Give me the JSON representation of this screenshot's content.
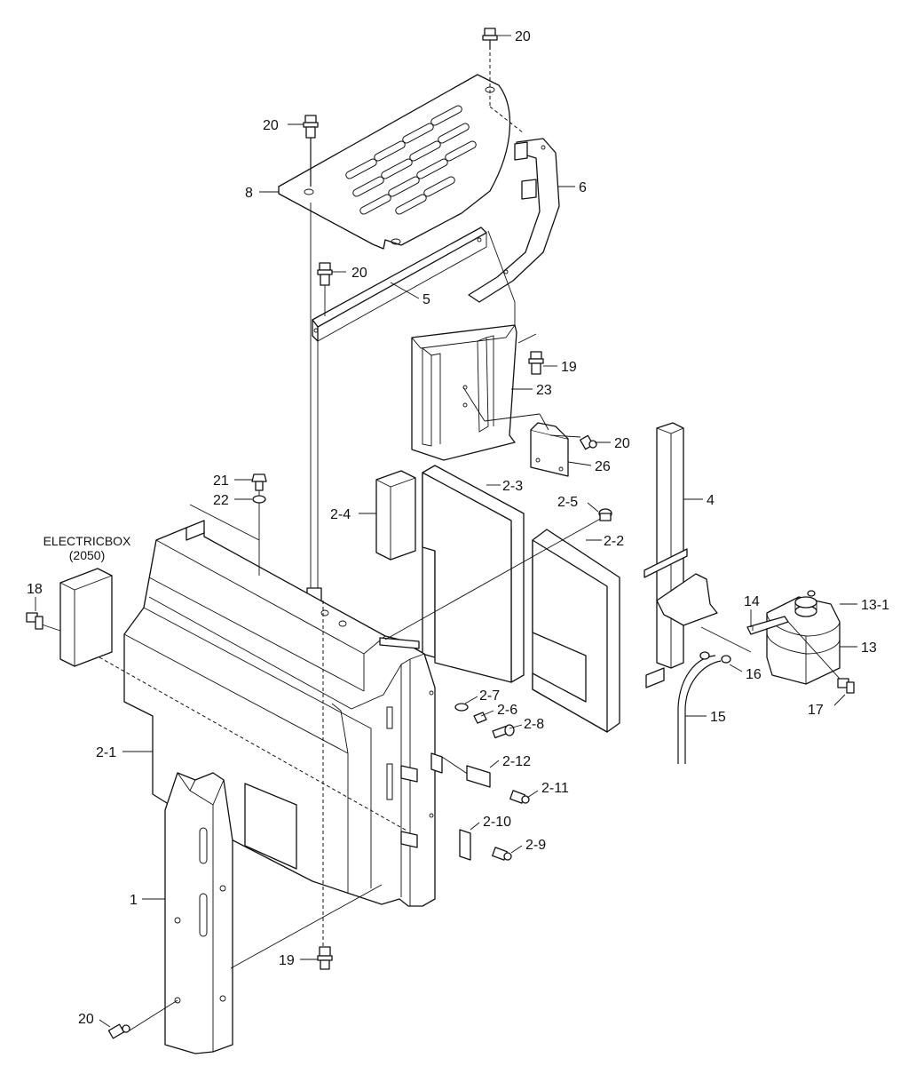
{
  "electric_box": {
    "title": "ELECTRICBOX",
    "ref": "(2050)"
  },
  "labels": {
    "p20_top": "20",
    "p20_plate": "20",
    "p8": "8",
    "p6": "6",
    "p20_rail": "20",
    "p5": "5",
    "p19_upper": "19",
    "p23": "23",
    "p20_bracket": "20",
    "p26": "26",
    "p21": "21",
    "p22": "22",
    "p2_3": "2-3",
    "p2_4": "2-4",
    "p2_5": "2-5",
    "p2_2": "2-2",
    "p4": "4",
    "p14": "14",
    "p13_1": "13-1",
    "p13": "13",
    "p16": "16",
    "p17": "17",
    "p15": "15",
    "p18": "18",
    "p2_7": "2-7",
    "p2_6": "2-6",
    "p2_8": "2-8",
    "p2_1": "2-1",
    "p2_12": "2-12",
    "p2_11": "2-11",
    "p2_10": "2-10",
    "p2_9": "2-9",
    "p1": "1",
    "p19_lower": "19",
    "p20_bottom": "20"
  }
}
